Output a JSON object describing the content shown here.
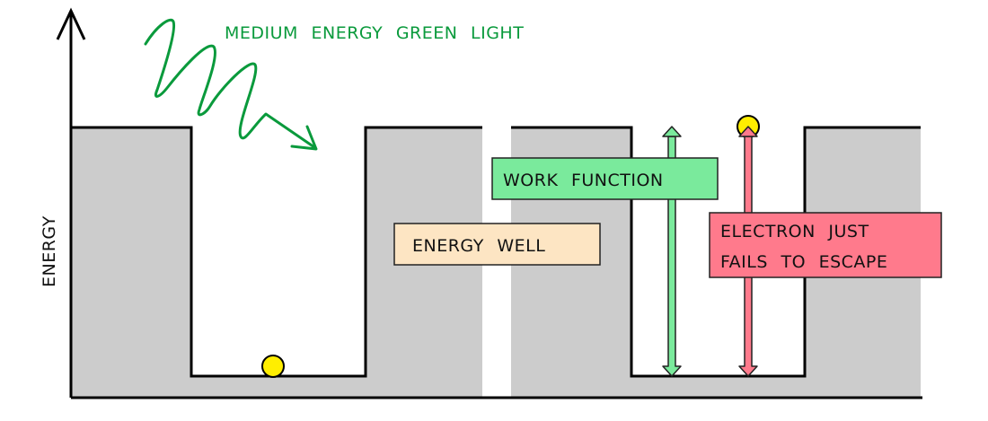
{
  "diagram": {
    "title": "MEDIUM ENERGY GREEN LIGHT",
    "y_axis_label": "ENERGY",
    "labels": {
      "energy_well": "ENERGY WELL",
      "work_function": "WORK FUNCTION",
      "electron_line1": "ELECTRON JUST",
      "electron_line2": "FAILS TO ESCAPE"
    },
    "colors": {
      "light_wave": "#0a9a3c",
      "metal_fill": "#cccccc",
      "outline": "#000000",
      "electron": "#ffee00",
      "energy_well_box": "#fde5c3",
      "work_function_box": "#7aea9c",
      "electron_box": "#ff7a8c"
    },
    "panels": [
      {
        "name": "before-absorption",
        "electron_position": "bottom-of-well"
      },
      {
        "name": "after-absorption",
        "electron_position": "top-of-well"
      }
    ]
  }
}
